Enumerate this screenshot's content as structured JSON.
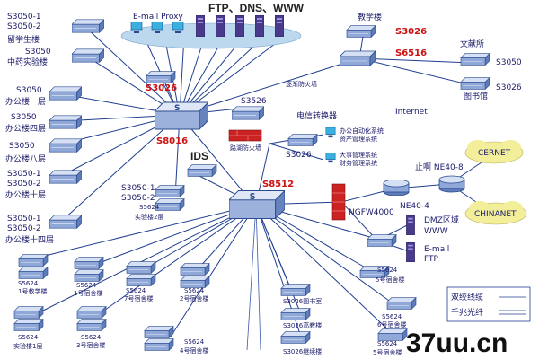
{
  "labels": {
    "s3050_top": "S3050-1",
    "s3050_top2": "S3050-2",
    "grad_building": "留学生楼",
    "s3050_b": "S3050",
    "zhongyao": "中药实验楼",
    "s3050_c": "S3050",
    "office_1": "办公楼一层",
    "s3050_d": "S3050",
    "office_4": "办公楼四层",
    "s3050_e": "S3050",
    "office_8": "办公楼八层",
    "s3050_f1": "S3050-1",
    "s3050_f2": "S3050-2",
    "office_10": "办公楼十层",
    "s3050_g1": "S3050-1",
    "s3050_g2": "S3050-2",
    "office_14": "办公楼十四层",
    "email_proxy": "E-mail  Proxy",
    "ftp_dns": "FTP、DNS、WWW",
    "s3026_a": "S3026",
    "s8016": "S8016",
    "s3526": "S3526",
    "fw_isolate": "路湖防火墙",
    "tele_switch": "电信转换器",
    "s3026_b": "S3026",
    "oa_sys": "办公自动化系统",
    "asset_sys": "资产管理系统",
    "mgmt_sys": "大事管理系统",
    "finance_sys": "财务管理系统",
    "teaching_bldg": "教学楼",
    "s3026_c": "S3026",
    "s6516": "S6516",
    "wenxian": "文献所",
    "s3050_h": "S3050",
    "library": "图书馆",
    "s3026_d": "S3026",
    "fw_deploy": "逐渐防火墙",
    "internet": "Internet",
    "ids": "IDS",
    "s3050_i1": "S3050-1",
    "s3050_i2": "S3050-2",
    "s5624_a": "S5624",
    "shiyan2": "实验楼2层",
    "s8512": "S8512",
    "ngfw": "NGFW4000",
    "ne40_8": "止啊 NE40-8",
    "cernet": "CERNET",
    "chinanet": "CHINANET",
    "ne40_4": "NE40-4",
    "dmz": "DMZ区域",
    "www": "WWW",
    "email_ftp1": "E-mail",
    "email_ftp2": "FTP",
    "s5624_b": "S5624",
    "dorm_1": "1号教学楼",
    "s5624_c": "S5624",
    "dorm_1b": "1号宿舍楼",
    "s5624_d": "S5624",
    "dorm_7": "7号宿舍楼",
    "s5624_e": "S5624",
    "dorm_2": "2号宿舍楼",
    "s5624_f": "S5624",
    "shiyan1": "实验楼1层",
    "s5624_g": "S5624",
    "dorm_3": "3号宿舍楼",
    "s5624_h": "S5624",
    "dorm_4": "4号宿舍楼",
    "s3026_e": "S3026图书室",
    "s3026_f": "S3026高教楼",
    "s3026_g": "S3026继续楼",
    "s5624_i": "S5624",
    "dorm_5": "5号宿舍楼",
    "s5624_j": "S5624",
    "dorm_6": "6号宿舍楼",
    "s5624_k": "S5624",
    "dorm_5b": "5号宿舍楼",
    "legend_1": "双绞线缆",
    "legend_2": "千兆光纤",
    "watermark": "37uu.cn"
  },
  "colors": {
    "link": "#1f3f8f",
    "switch_face": "#8aa4d6",
    "switch_top": "#c9d6f0",
    "firewall": "#cc2222",
    "cloud": "#f2ee9a"
  },
  "icons": [
    "switch-icon",
    "server-icon",
    "firewall-icon",
    "cloud-icon",
    "router-icon",
    "pc-icon"
  ]
}
